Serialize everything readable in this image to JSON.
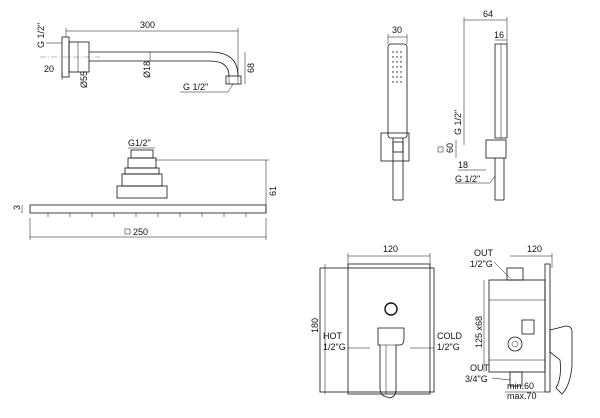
{
  "arm": {
    "length": "300",
    "thread_left": "G 1/2\"",
    "flange": "20",
    "dia_base": "Ø55",
    "dia_pipe": "Ø18",
    "height": "68",
    "thread_out": "G 1/2\""
  },
  "head": {
    "thread": "G1/2\"",
    "height": "61",
    "thickness": "3",
    "size": "250"
  },
  "hand": {
    "width": "30",
    "depth": "64",
    "hose_dia": "16",
    "thread": "G 1/2\"",
    "bracket": "60",
    "offset": "18",
    "thread_bottom": "G 1/2\""
  },
  "mixer_front": {
    "width": "120",
    "height": "180",
    "hot_label": "HOT",
    "hot_thread": "1/2\"G",
    "cold_label": "COLD",
    "cold_thread": "1/2\"G"
  },
  "mixer_side": {
    "width": "120",
    "out_top_label": "OUT",
    "out_top_thread": "1/2\"G",
    "box": "125 x68",
    "out_bottom_label": "OUT",
    "out_bottom_thread": "3/4\"G",
    "min": "min.60",
    "max": "max.70"
  }
}
